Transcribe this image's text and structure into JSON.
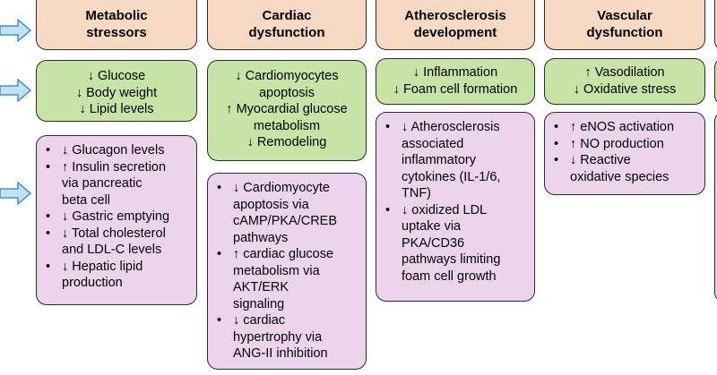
{
  "columns": [
    {
      "header": [
        "Metabolic",
        "stressors"
      ],
      "effects": [
        "↓ Glucose",
        "↓ Body weight",
        "↓ Lipid levels"
      ],
      "mechanisms": [
        [
          "↓ Glucagon levels"
        ],
        [
          "↑ Insulin secretion",
          "via pancreatic",
          "beta cell"
        ],
        [
          "↓ Gastric emptying"
        ],
        [
          "↓ Total cholesterol",
          "and LDL-C levels"
        ],
        [
          "↓ Hepatic lipid",
          "production"
        ]
      ]
    },
    {
      "header": [
        "Cardiac",
        "dysfunction"
      ],
      "effects": [
        "↓ Cardiomyocytes",
        "apoptosis",
        "↑ Myocardial glucose",
        "metabolism",
        "↓ Remodeling"
      ],
      "mechanisms": [
        [
          "↓ Cardiomyocyte",
          "apoptosis via",
          "cAMP/PKA/CREB",
          "pathways"
        ],
        [
          "↑ cardiac glucose",
          "metabolism via",
          "AKT/ERK",
          "signaling"
        ],
        [
          "↓ cardiac",
          "hypertrophy via",
          "ANG-II inhibition"
        ]
      ]
    },
    {
      "header": [
        "Atherosclerosis",
        "development"
      ],
      "effects": [
        "↓ Inflammation",
        "↓ Foam cell formation"
      ],
      "mechanisms": [
        [
          "↓ Atherosclerosis",
          "associated",
          "inflammatory",
          "cytokines (IL-1/6,",
          "TNF)"
        ],
        [
          "↓ oxidized LDL",
          "uptake via",
          "PKA/CD36",
          "pathways limiting",
          "foam cell growth"
        ]
      ]
    },
    {
      "header": [
        "Vascular",
        "dysfunction"
      ],
      "effects": [
        "↑ Vasodilation",
        "↓ Oxidative stress"
      ],
      "mechanisms": [
        [
          "↑ eNOS activation"
        ],
        [
          "↑ NO production"
        ],
        [
          "↓ Reactive",
          "oxidative species"
        ]
      ]
    }
  ],
  "colors": {
    "header_fill": "#f8d9c4",
    "effect_fill": "#c7e3a6",
    "mechanism_fill": "#ecd4ed",
    "arrow_fill": "#bfe3f3",
    "arrow_stroke": "#4a8fc4",
    "border": "#2b2b2b"
  }
}
